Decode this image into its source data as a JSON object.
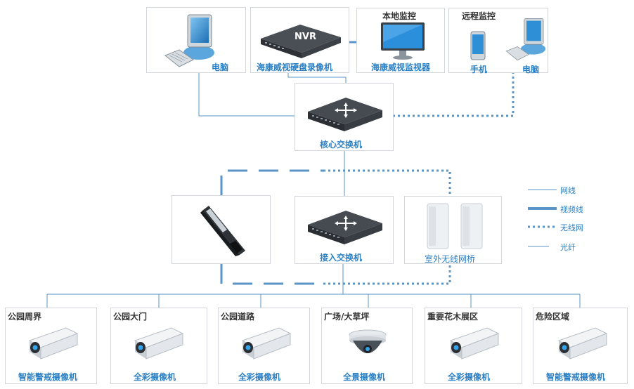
{
  "top": {
    "pc": {
      "label": "电脑"
    },
    "nvr": {
      "label": "海康威视硬盘录像机",
      "badge": "NVR"
    },
    "local": {
      "heading": "本地监控",
      "label": "海康威视监视器"
    },
    "remote": {
      "heading": "远程监控",
      "phone_label": "手机",
      "pc_label": "电脑"
    }
  },
  "core_switch": {
    "label": "核心交换机"
  },
  "access_switch": {
    "label": "接入交换机"
  },
  "bridge": {
    "label": "室外无线网桥"
  },
  "legend": {
    "items": [
      {
        "label": "网线",
        "style": "thin"
      },
      {
        "label": "视频线",
        "style": "thick"
      },
      {
        "label": "无线网",
        "style": "dotted"
      },
      {
        "label": "光纤",
        "style": "thin-dash"
      }
    ]
  },
  "areas": [
    {
      "name": "公园周界",
      "camera": "智能警戒摄像机",
      "type": "bullet"
    },
    {
      "name": "公园大门",
      "camera": "全彩摄像机",
      "type": "bullet"
    },
    {
      "name": "公园道路",
      "camera": "全彩摄像机",
      "type": "bullet"
    },
    {
      "name": "广场/大草坪",
      "camera": "全景摄像机",
      "type": "dome"
    },
    {
      "name": "重要花木展区",
      "camera": "全彩摄像机",
      "type": "bullet"
    },
    {
      "name": "危险区域",
      "camera": "智能警戒摄像机",
      "type": "bullet"
    }
  ],
  "colors": {
    "accent": "#2a7fc4",
    "line": "#5b95c8"
  }
}
